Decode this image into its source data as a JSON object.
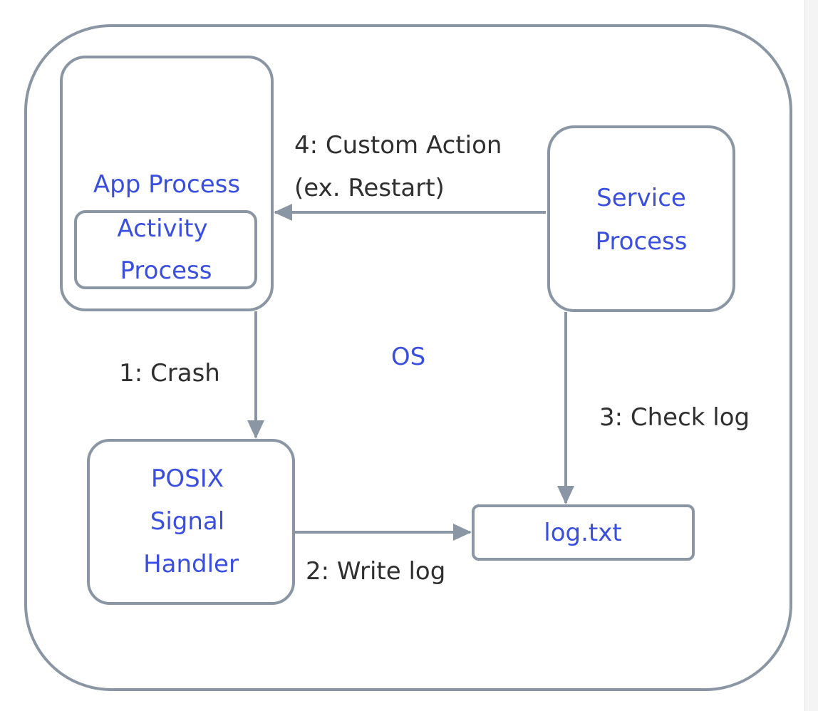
{
  "colors": {
    "box_stroke": "#8a96a3",
    "arrow": "#8a96a3",
    "node_text": "#3a4fe0",
    "edge_text": "#2f2f2f"
  },
  "nodes": {
    "os": "OS",
    "app_process": "App Process",
    "activity_line1": "Activity",
    "activity_line2": "Process",
    "service_line1": "Service",
    "service_line2": "Process",
    "posix_line1": "POSIX",
    "posix_line2": "Signal",
    "posix_line3": "Handler",
    "log_file": "log.txt"
  },
  "edges": {
    "crash": "1: Crash",
    "write_log": "2: Write log",
    "check_log": "3: Check log",
    "custom_action_line1": "4: Custom Action",
    "custom_action_line2": "(ex. Restart)"
  }
}
